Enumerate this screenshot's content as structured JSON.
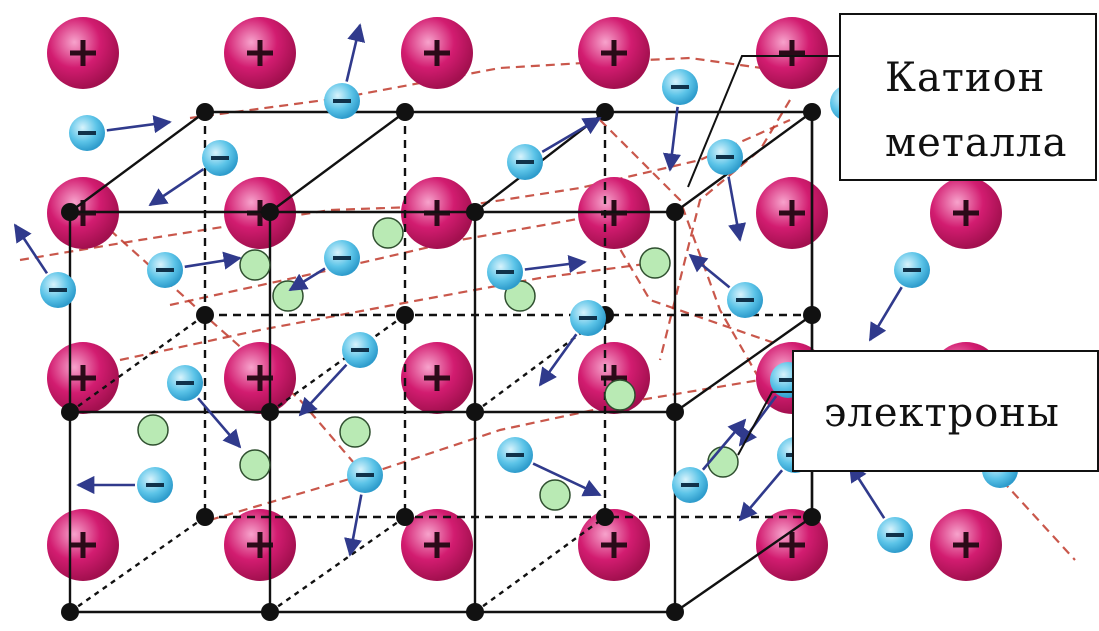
{
  "labels": {
    "cation_line1": "Катион",
    "cation_line2": "металла",
    "electrons": "электроны"
  },
  "symbols": {
    "plus": "+",
    "minus": "−"
  },
  "colors": {
    "cation": "#d21c70",
    "cation_highlight": "#f7a3cc",
    "electron": "#5cc4e8",
    "electron_highlight": "#d8f3fc",
    "small_particle": "#b9eab4",
    "lattice_lines": "#111111",
    "electron_paths": "#c0392b",
    "arrows": "#303a8c"
  },
  "legend": [
    {
      "name": "cation-label",
      "text_ref": "labels.cation_line1"
    },
    {
      "name": "electron-label",
      "text_ref": "labels.electrons"
    }
  ]
}
